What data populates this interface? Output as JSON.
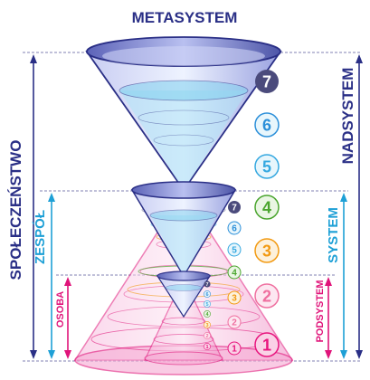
{
  "title": "METASYSTEM",
  "left_labels": {
    "outer": "SPOŁECZEŃSTWO",
    "middle": "ZESPÓŁ",
    "inner": "OSOBA"
  },
  "right_labels": {
    "outer": "NADSYSTEM",
    "middle": "SYSTEM",
    "inner": "PODSYSTEM"
  },
  "levels": {
    "large": [
      "1",
      "2",
      "3",
      "4",
      "5",
      "6",
      "7"
    ],
    "medium": [
      "1",
      "2",
      "3",
      "4",
      "5",
      "6",
      "7"
    ],
    "small": [
      "1",
      "2",
      "3",
      "4",
      "5",
      "6",
      "7"
    ]
  },
  "colors": {
    "level_1": "#e8157e",
    "level_2": "#ef6f9f",
    "level_3": "#f29a12",
    "level_4": "#4aa52e",
    "level_5": "#35a8e0",
    "level_6": "#2b8fd9",
    "level_7": "#4b4b7c",
    "navy": "#2a2f86",
    "cyan": "#1ea0d6",
    "magenta": "#e0147a",
    "cone_blue": "#8a92d8",
    "cone_pink": "#f28cc3"
  }
}
